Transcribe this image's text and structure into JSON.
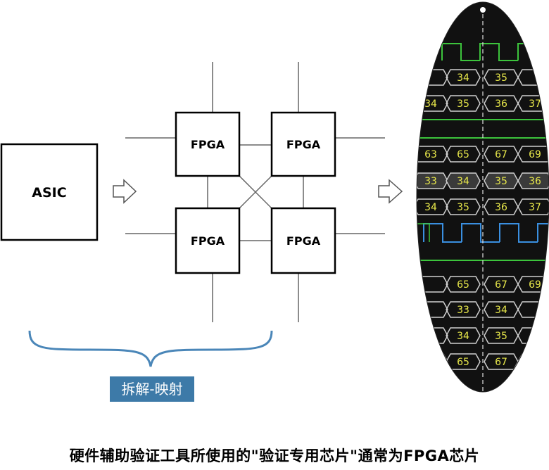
{
  "asic_label": "ASIC",
  "fpga_labels": [
    "FPGA",
    "FPGA",
    "FPGA",
    "FPGA"
  ],
  "bracket_label": "拆解-映射",
  "caption": "硬件辅助验证工具所使用的\"验证专用芯片\"通常为FPGA芯片",
  "waveform_rows": [
    [
      "",
      "34",
      "35",
      ""
    ],
    [
      "34",
      "35",
      "36",
      "37"
    ],
    [
      "63",
      "65",
      "67",
      "69"
    ],
    [
      "33",
      "34",
      "35",
      "36"
    ],
    [
      "34",
      "35",
      "36",
      "37"
    ],
    [
      "",
      "65",
      "67",
      "69"
    ],
    [
      "",
      "33",
      "34",
      ""
    ],
    [
      "",
      "34",
      "35",
      ""
    ],
    [
      "",
      "65",
      "67",
      ""
    ]
  ],
  "colors": {
    "bracket": "#4a86b8",
    "label_bg": "#3d7aa8",
    "wave_bg": "#111111",
    "wave_green": "#3cc43c",
    "wave_blue": "#3a8fe0",
    "wave_text": "#e8e84a",
    "bus_outline": "#cfcfcf"
  }
}
